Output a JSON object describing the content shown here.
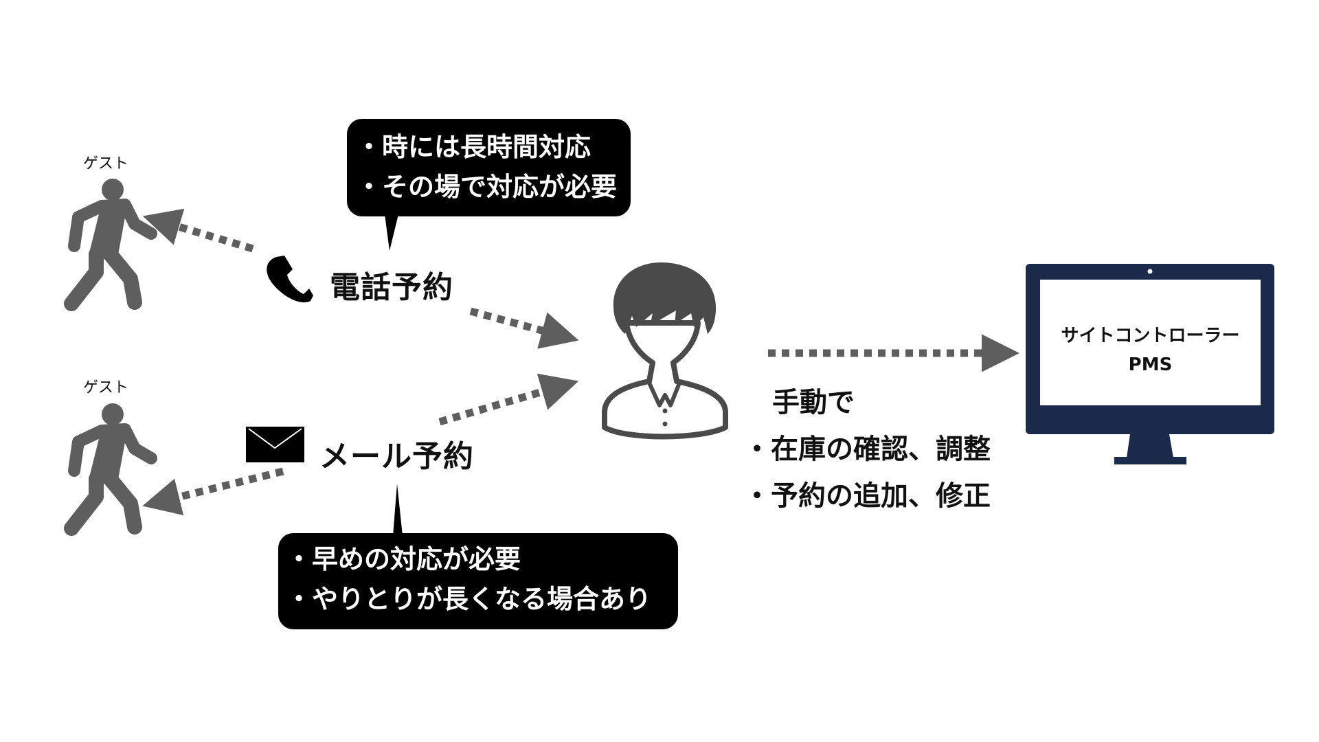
{
  "colors": {
    "arrow": "#5e5e5e",
    "figure": "#5e5e5e",
    "staff": "#4a4a4a",
    "bubble": "#000000",
    "monitor": "#1b2a4a"
  },
  "guests": [
    {
      "label": "ゲスト",
      "icon": "walking-person-icon"
    },
    {
      "label": "ゲスト",
      "icon": "walking-person-icon"
    }
  ],
  "phone": {
    "icon": "phone-icon",
    "label": "電話予約",
    "notes": [
      "・時には長時間対応",
      "・その場で対応が必要"
    ]
  },
  "mail": {
    "icon": "envelope-icon",
    "label": "メール予約",
    "notes": [
      "・早めの対応が必要",
      "・やりとりが長くなる場合あり"
    ]
  },
  "staff": {
    "icon": "staff-person-icon"
  },
  "manual": {
    "heading": "手動で",
    "items": [
      "・在庫の確認、調整",
      "・予約の追加、修正"
    ]
  },
  "system": {
    "icon": "monitor-icon",
    "line1": "サイトコントローラー",
    "line2": "PMS"
  }
}
